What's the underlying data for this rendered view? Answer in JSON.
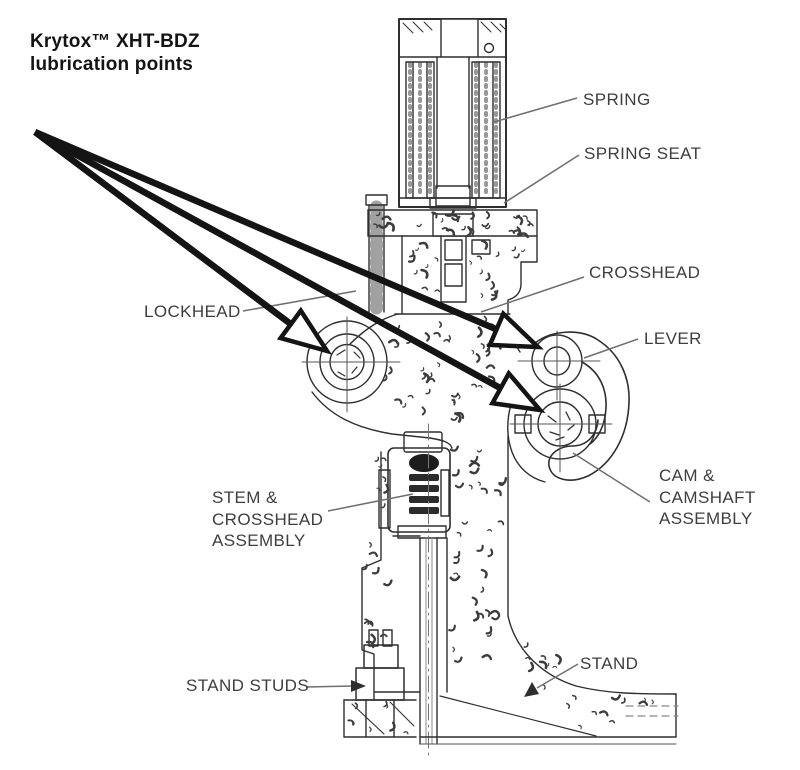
{
  "title": {
    "text": "Krytox™ XHT-BDZ\nlubrication points"
  },
  "labels": {
    "spring": "SPRING",
    "spring_seat": "SPRING SEAT",
    "crosshead": "CROSSHEAD",
    "lockhead": "LOCKHEAD",
    "lever": "LEVER",
    "cam_camshaft": "CAM &\nCAMSHAFT\nASSEMBLY",
    "stem_crosshead": "STEM &\nCROSSHEAD\nASSEMBLY",
    "stand_studs": "STAND STUDS",
    "stand": "STAND"
  },
  "colors": {
    "ink": "#2f2f2f",
    "label_text": "#3e3e3e",
    "leader": "#6f6f6f",
    "arrow": "#141414",
    "background": "#ffffff"
  }
}
